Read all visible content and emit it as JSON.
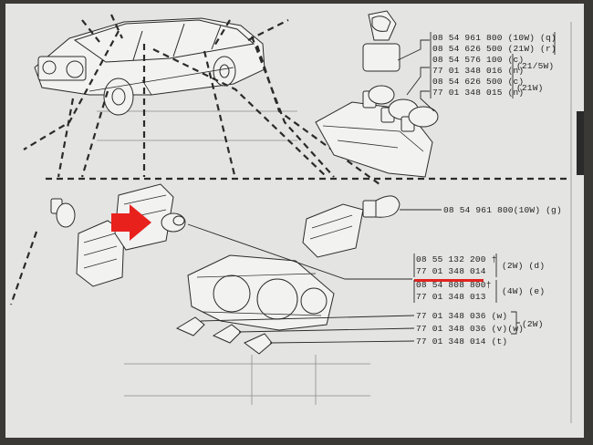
{
  "parts": {
    "q": {
      "number": "08 54 961 800",
      "watt": "(10W)",
      "letter": "(q)"
    },
    "r": {
      "number": "08 54 626 500",
      "watt": "(21W)",
      "letter": "(r)"
    },
    "c": {
      "number": "08 54 576 100",
      "letter": "(c)"
    },
    "n1": {
      "number": "77 01 348 016",
      "letter": "(n)"
    },
    "group1_watt": "(21/5W)",
    "c2": {
      "number": "08 54 626 500",
      "letter": "(c)"
    },
    "n2": {
      "number": "77 01 348 015",
      "letter": "(n)"
    },
    "group2_watt": "(21W)",
    "g": {
      "number": "08 54 961 800",
      "watt": "(10W)",
      "letter": "(g)"
    },
    "d1": {
      "number": "08 55 132 200",
      "mark": "†"
    },
    "d2": {
      "number": "77 01 348 014"
    },
    "d_group": {
      "watt": "(2W)",
      "letter": "(d)"
    },
    "e1": {
      "number": "08 54 808 800",
      "mark": "†"
    },
    "e2": {
      "number": "77 01 348 013"
    },
    "e_group": {
      "watt": "(4W)",
      "letter": "(e)"
    },
    "w": {
      "number": "77 01 348 036",
      "letter": "(w)"
    },
    "vw": {
      "number": "77 01 348 036",
      "letter": "(v)(w)"
    },
    "t": {
      "number": "77 01 348 014",
      "letter": "(t)"
    },
    "w_group_watt": "(2W)"
  },
  "colors": {
    "highlight": "#e02420",
    "arrow": "#e8211d",
    "paper": "#e4e4e2",
    "ink": "#1e1e1e"
  }
}
